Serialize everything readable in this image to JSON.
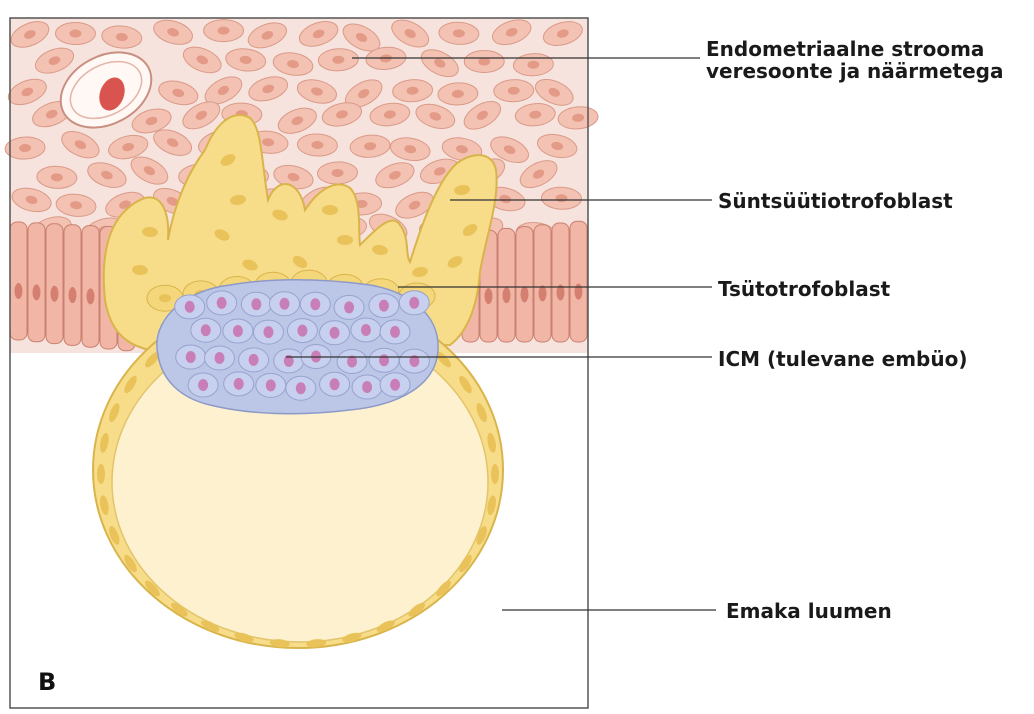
{
  "panel_letter": "B",
  "labels": {
    "stroma_line1": "Endometriaalne strooma",
    "stroma_line2": "veresoonte ja näärmetega",
    "syncytiotrophoblast": "Süntsüütiotrofoblast",
    "cytotrophoblast": "Tsütotrofoblast",
    "icm": "ICM (tulevane embüo)",
    "lumen": "Emaka luumen"
  },
  "colors": {
    "stroma_bg": "#f7e3dd",
    "stroma_cell": "#f3c2b2",
    "stroma_nucleus": "#e39a86",
    "epithelium": "#f1b6a6",
    "trophoblast": "#f7dd8a",
    "trophoblast_dark": "#e9c35a",
    "cavity": "#fdf1cf",
    "icm": "#bcc6e6",
    "icm_nucleus": "#c87fb8",
    "vessel_rbc": "#d9534f",
    "line": "#333333"
  }
}
